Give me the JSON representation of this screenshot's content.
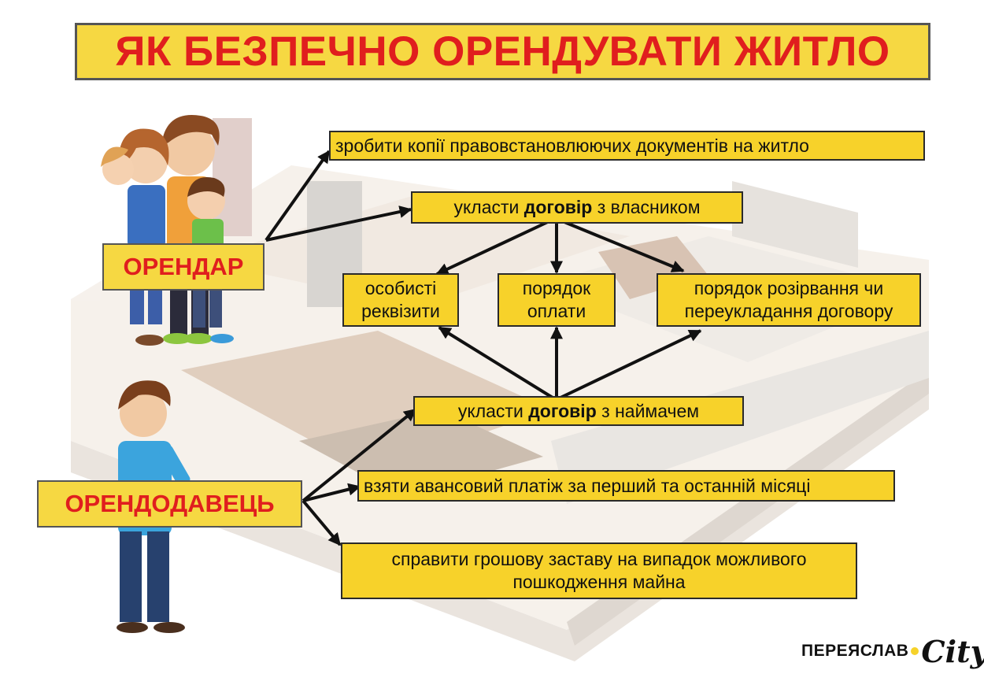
{
  "title": "ЯК БЕЗПЕЧНО ОРЕНДУВАТИ ЖИТЛО",
  "roles": {
    "tenant": "ОРЕНДАР",
    "landlord": "ОРЕНДОДАВЕЦЬ"
  },
  "boxes": {
    "copies": "зробити копії правовстановлюючих документів на житло",
    "contract_owner": {
      "pre": "укласти ",
      "bold": "договір",
      "post": " з власником"
    },
    "requisites": [
      "особисті",
      "реквізити"
    ],
    "payment": [
      "порядок",
      "оплати"
    ],
    "termination": [
      "порядок розірвання чи",
      "переукладання договору"
    ],
    "contract_tenant": {
      "pre": "укласти ",
      "bold": "договір",
      "post": " з наймачем"
    },
    "advance": "взяти авансовий платіж за перший та останній місяці",
    "deposit": [
      "справити грошову заставу на випадок можливого",
      "пошкодження майна"
    ]
  },
  "logo": {
    "text": "ПЕРЕЯСЛАВ",
    "script": "City"
  },
  "colors": {
    "box": "#f7d22a",
    "title_text": "#e01e1e",
    "arrow": "#111111"
  }
}
